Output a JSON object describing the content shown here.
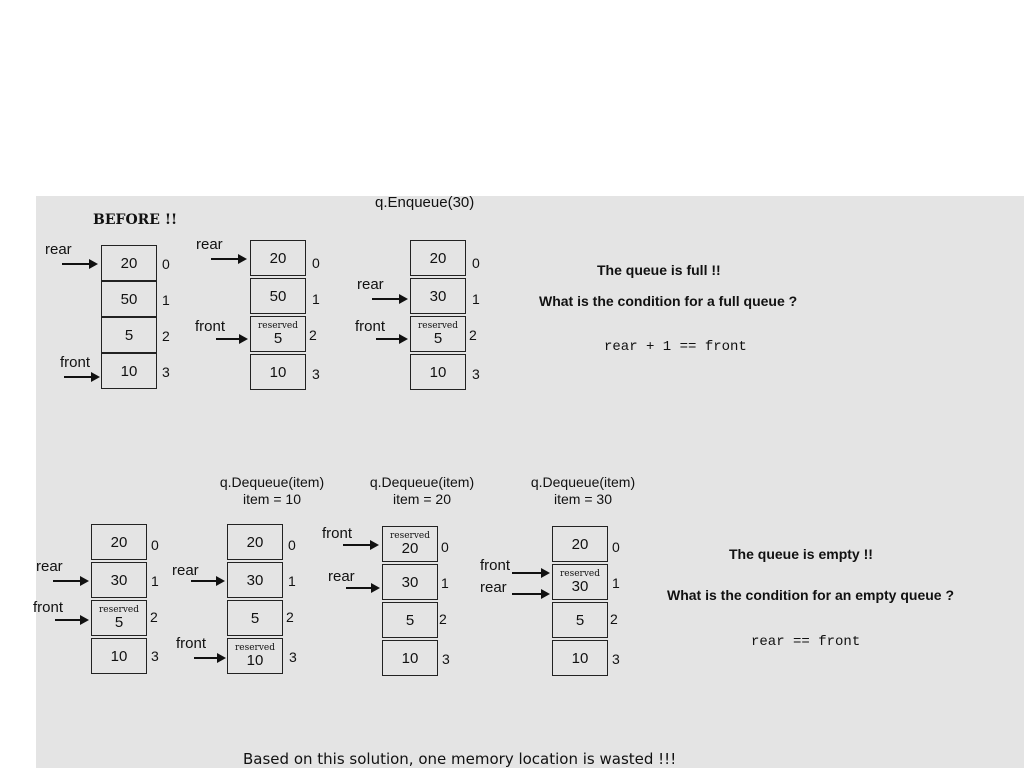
{
  "top": {
    "before_title": "BEFORE !!",
    "enqueue_op": "q.Enqueue(30)",
    "full_message": "The queue is full !!",
    "full_question": "What is the condition for a full queue ?",
    "full_condition": "rear + 1 == front",
    "states": [
      {
        "cells": [
          {
            "value": "20",
            "reserved": ""
          },
          {
            "value": "50",
            "reserved": ""
          },
          {
            "value": "5",
            "reserved": ""
          },
          {
            "value": "10",
            "reserved": ""
          }
        ],
        "indices": [
          "0",
          "1",
          "2",
          "3"
        ],
        "rear_label": "rear",
        "front_label": "front"
      },
      {
        "cells": [
          {
            "value": "20",
            "reserved": ""
          },
          {
            "value": "50",
            "reserved": ""
          },
          {
            "value": "5",
            "reserved": "reserved"
          },
          {
            "value": "10",
            "reserved": ""
          }
        ],
        "indices": [
          "0",
          "1",
          "2",
          "3"
        ],
        "rear_label": "rear",
        "front_label": "front"
      },
      {
        "cells": [
          {
            "value": "20",
            "reserved": ""
          },
          {
            "value": "30",
            "reserved": ""
          },
          {
            "value": "5",
            "reserved": "reserved"
          },
          {
            "value": "10",
            "reserved": ""
          }
        ],
        "indices": [
          "0",
          "1",
          "2",
          "3"
        ],
        "rear_label": "rear",
        "front_label": "front"
      }
    ]
  },
  "bottom": {
    "ops": [
      {
        "line1": "q.Dequeue(item)",
        "line2": "item = 10"
      },
      {
        "line1": "q.Dequeue(item)",
        "line2": "item = 20"
      },
      {
        "line1": "q.Dequeue(item)",
        "line2": "item = 30"
      }
    ],
    "empty_message": "The queue is empty !!",
    "empty_question": "What is the condition for an empty queue ?",
    "empty_condition": "rear == front",
    "states": [
      {
        "cells": [
          {
            "value": "20",
            "reserved": ""
          },
          {
            "value": "30",
            "reserved": ""
          },
          {
            "value": "5",
            "reserved": "reserved"
          },
          {
            "value": "10",
            "reserved": ""
          }
        ],
        "indices": [
          "0",
          "1",
          "2",
          "3"
        ],
        "rear_label": "rear",
        "front_label": "front"
      },
      {
        "cells": [
          {
            "value": "20",
            "reserved": ""
          },
          {
            "value": "30",
            "reserved": ""
          },
          {
            "value": "5",
            "reserved": ""
          },
          {
            "value": "10",
            "reserved": "reserved"
          }
        ],
        "indices": [
          "0",
          "1",
          "2",
          "3"
        ],
        "rear_label": "rear",
        "front_label": "front"
      },
      {
        "cells": [
          {
            "value": "20",
            "reserved": "reserved"
          },
          {
            "value": "30",
            "reserved": ""
          },
          {
            "value": "5",
            "reserved": ""
          },
          {
            "value": "10",
            "reserved": ""
          }
        ],
        "indices": [
          "0",
          "1",
          "2",
          "3"
        ],
        "rear_label": "rear",
        "front_label": "front"
      },
      {
        "cells": [
          {
            "value": "20",
            "reserved": ""
          },
          {
            "value": "30",
            "reserved": "reserved"
          },
          {
            "value": "5",
            "reserved": ""
          },
          {
            "value": "10",
            "reserved": ""
          }
        ],
        "indices": [
          "0",
          "1",
          "2",
          "3"
        ],
        "rear_label": "rear",
        "front_label": "front"
      }
    ]
  },
  "footer": "Based on this solution, one memory location is wasted !!!"
}
